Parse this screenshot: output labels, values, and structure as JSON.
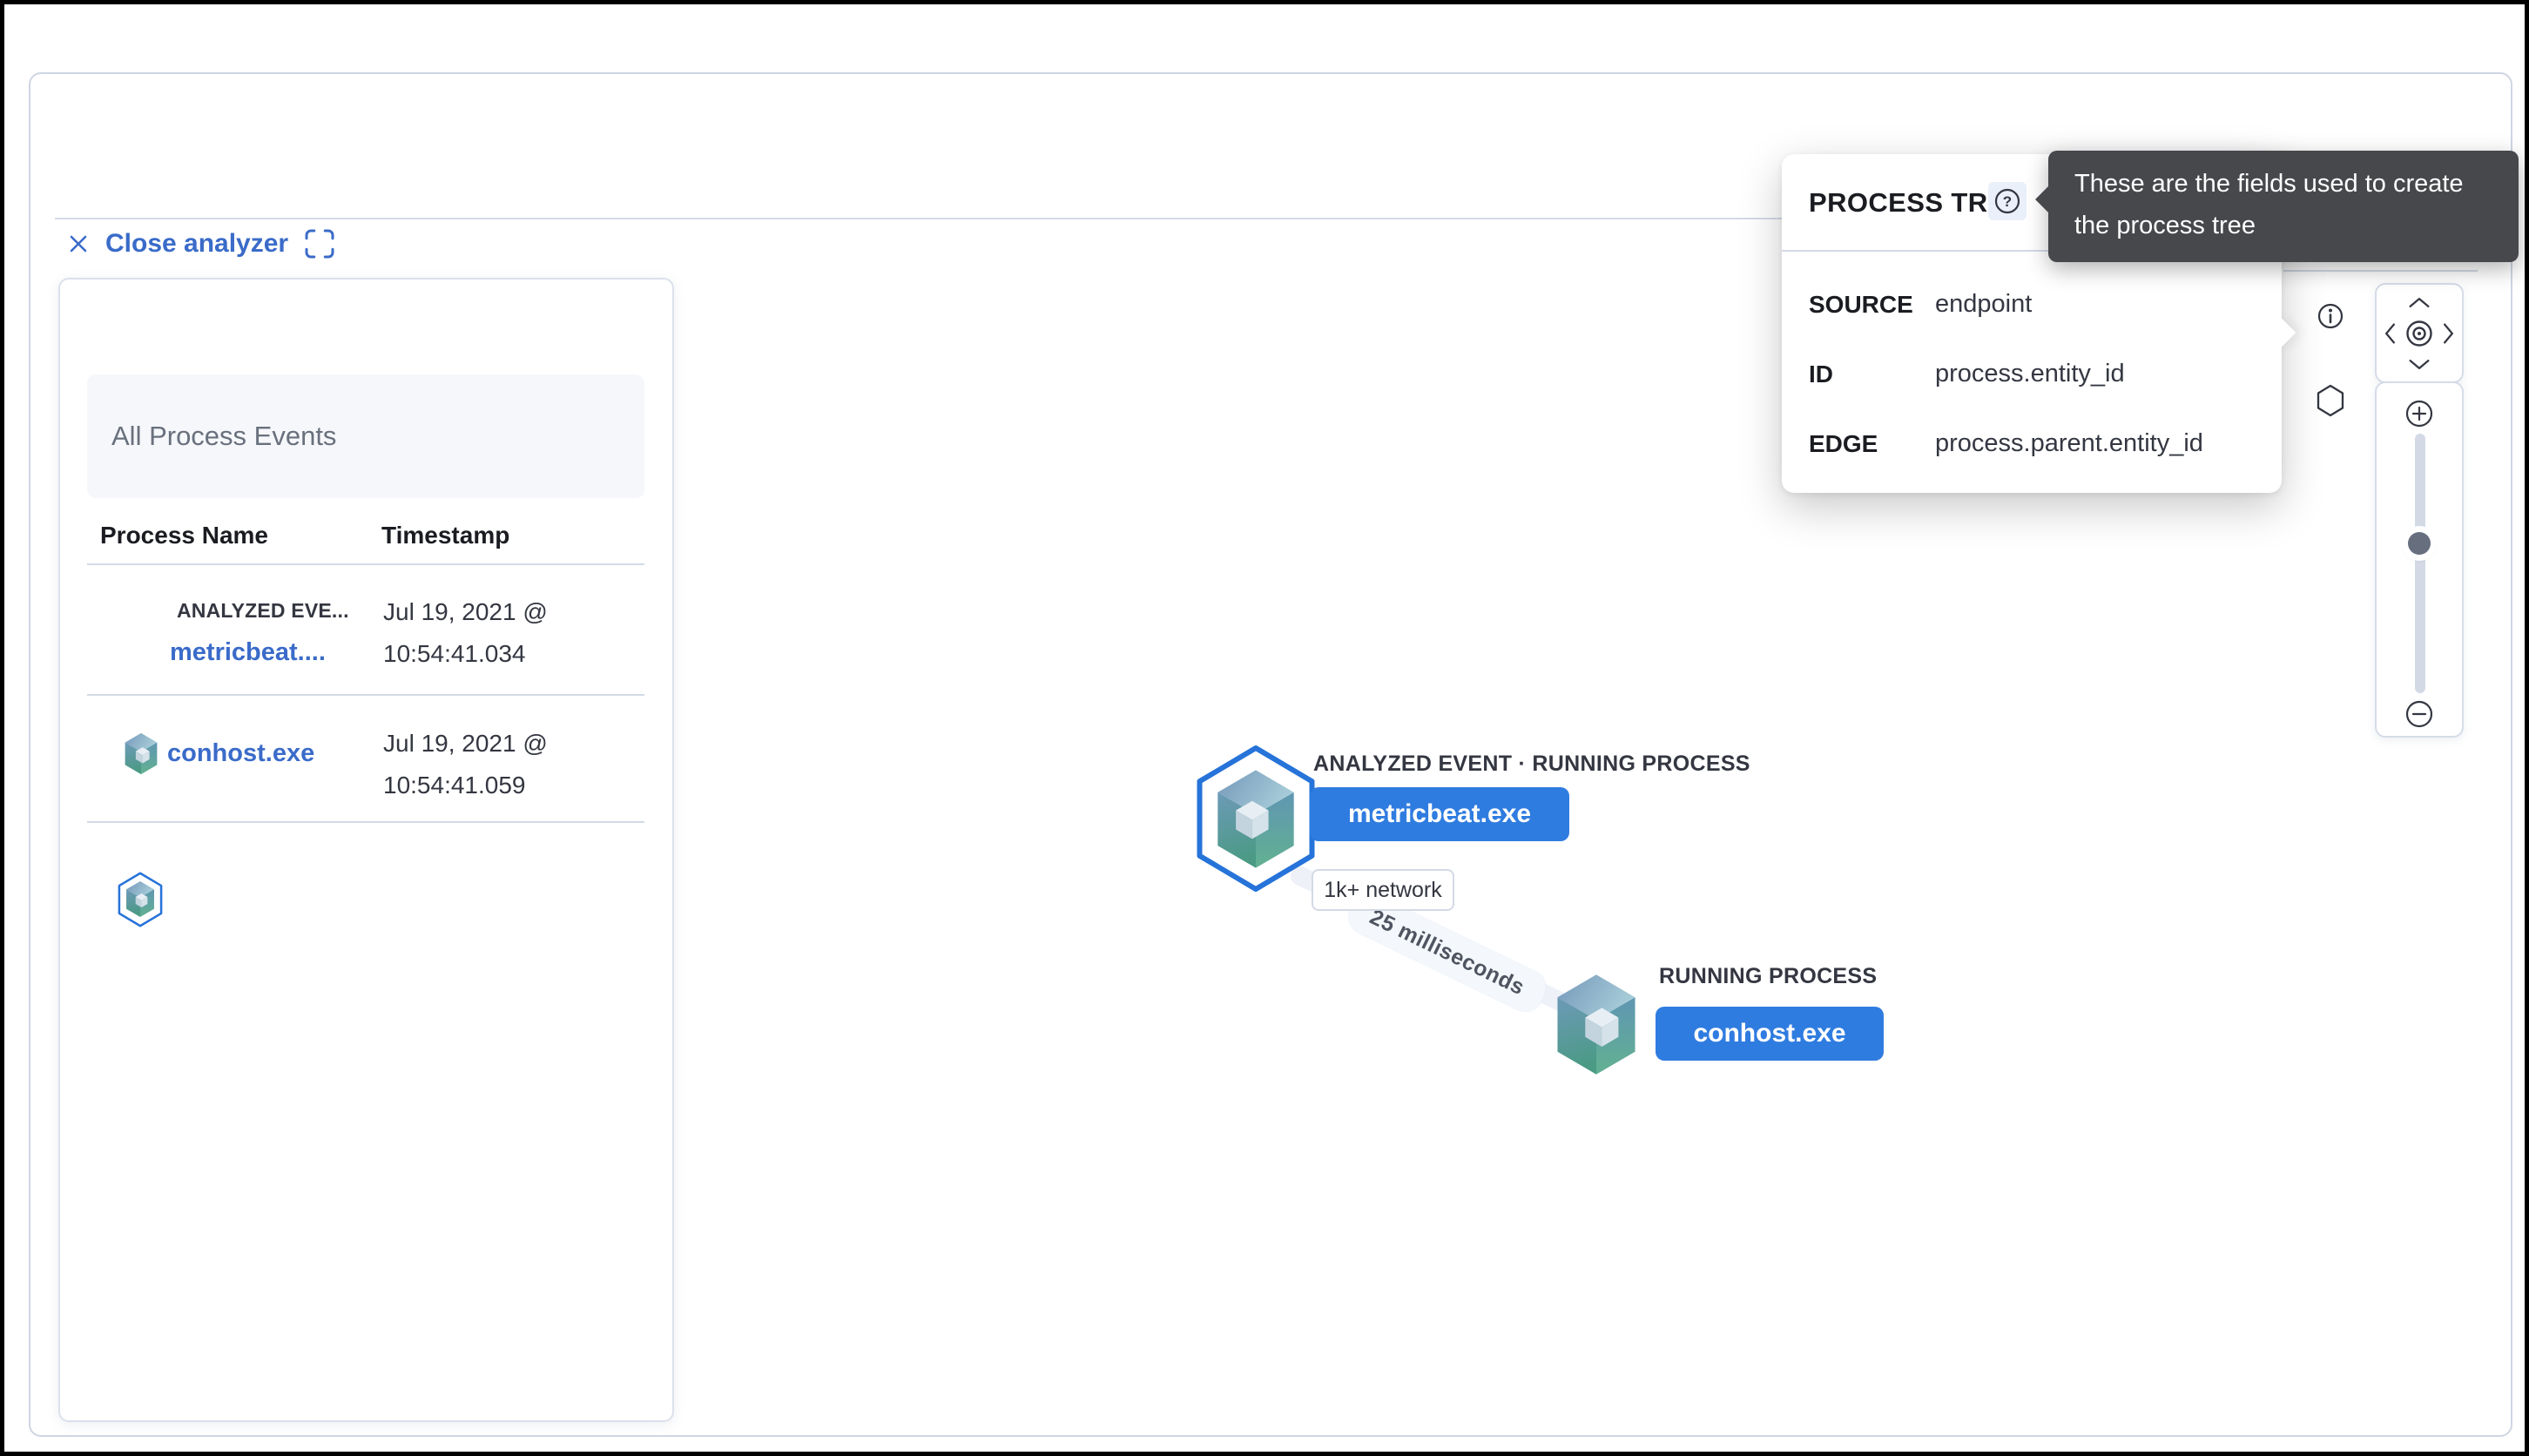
{
  "analyzer": {
    "close_label": "Close analyzer"
  },
  "left_panel": {
    "title": "All Process Events",
    "columns": [
      "Process Name",
      "Timestamp"
    ],
    "rows": [
      {
        "badge": "ANALYZED EVE...",
        "name": "metricbeat....",
        "timestamp_line1": "Jul 19, 2021 @",
        "timestamp_line2": "10:54:41.034"
      },
      {
        "name": "conhost.exe",
        "timestamp_line1": "Jul 19, 2021 @",
        "timestamp_line2": "10:54:41.059"
      }
    ]
  },
  "graph": {
    "edge_label": "25 milliseconds",
    "nodes": [
      {
        "label": "ANALYZED EVENT · RUNNING PROCESS",
        "button": "metricbeat.exe",
        "badge": "1k+ network"
      },
      {
        "label": "RUNNING PROCESS",
        "button": "conhost.exe"
      }
    ]
  },
  "popover": {
    "title": "PROCESS TREE",
    "fields": [
      {
        "label": "SOURCE",
        "value": "endpoint"
      },
      {
        "label": "ID",
        "value": "process.entity_id"
      },
      {
        "label": "EDGE",
        "value": "process.parent.entity_id"
      }
    ]
  },
  "tooltip": {
    "line1": "These are the fields used to create",
    "line2": "the process tree"
  },
  "icons": {
    "close": "cross",
    "fullscreen": "corner-brackets",
    "help": "question-mark-in-circle",
    "info": "i-in-circle",
    "schema": "hexagon-outline",
    "nav": "chevrons-with-center-target",
    "zoom_in": "plus-in-circle",
    "zoom_out": "minus-in-circle",
    "process_node": "isometric-cube"
  },
  "colors": {
    "accent_blue": "#2f7ce0",
    "link_blue": "#3a6bc9",
    "hexagon_ring_blue": "#2673d9",
    "border_gray": "#d3dae6",
    "text_dark": "#343741",
    "heading_dark": "#1a1c21",
    "muted_gray": "#69707d",
    "tooltip_bg": "#47484c",
    "panel_header_bg": "#f5f7fa",
    "edge_band": "#eef1f7"
  }
}
